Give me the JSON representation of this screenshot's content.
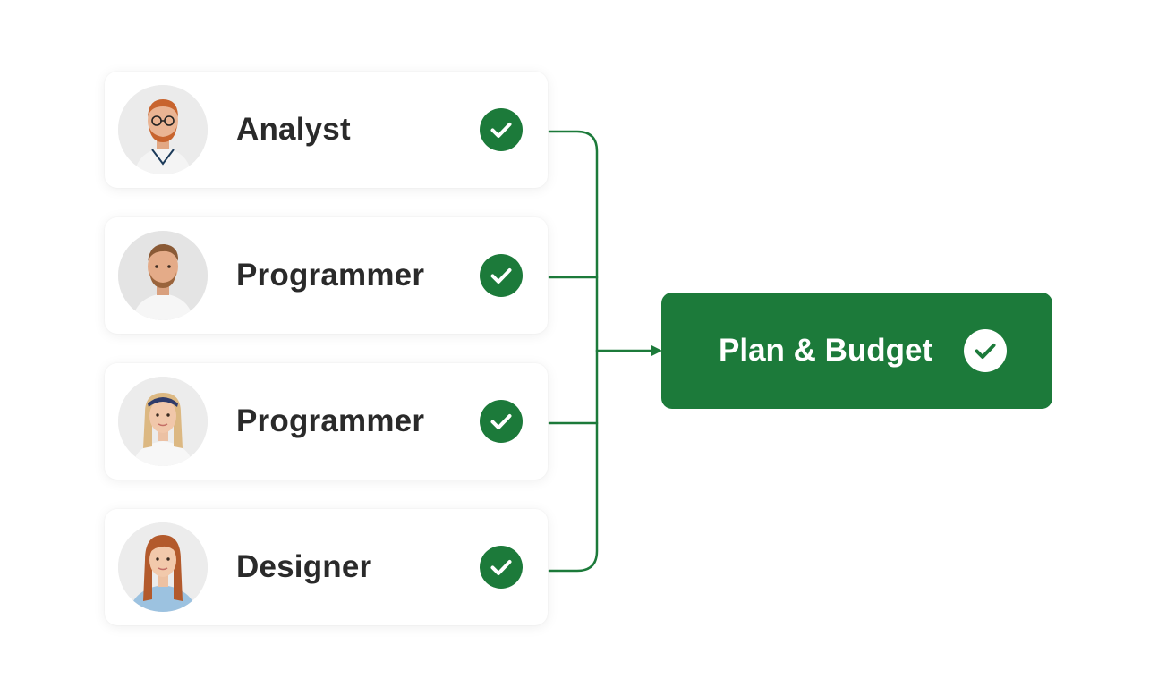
{
  "roles": [
    {
      "label": "Analyst"
    },
    {
      "label": "Programmer"
    },
    {
      "label": "Programmer"
    },
    {
      "label": "Designer"
    }
  ],
  "target": {
    "label": "Plan & Budget"
  },
  "colors": {
    "accent_green": "#1c7a3a",
    "card_bg": "#ffffff",
    "label_text": "#2a2a2a"
  },
  "icons": {
    "role_status": "check-circle-icon",
    "target_status": "check-circle-icon",
    "avatar": "person-photo"
  }
}
